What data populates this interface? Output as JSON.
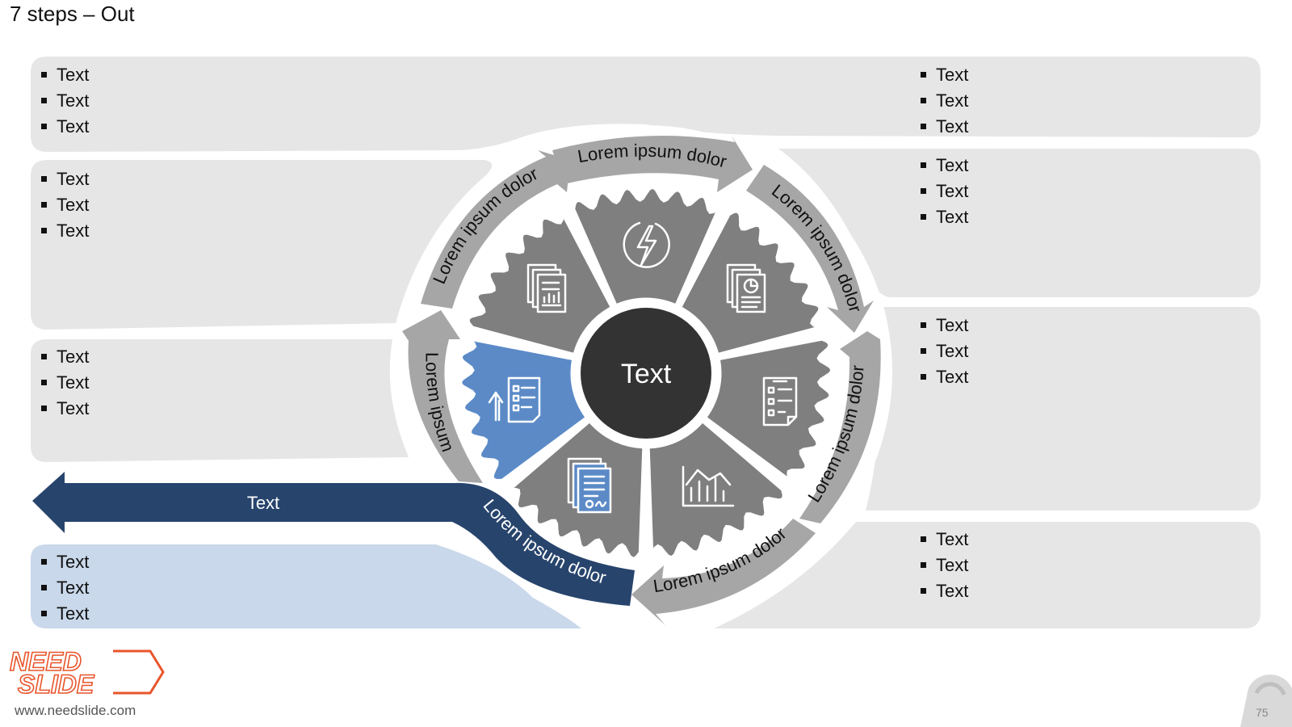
{
  "slide_title": "7 steps – Out",
  "center_label": "Text",
  "arrow_label": "Text",
  "panels": [
    {
      "id": "top-left",
      "bullets": [
        "Text",
        "Text",
        "Text"
      ]
    },
    {
      "id": "top-right",
      "bullets": [
        "Text",
        "Text",
        "Text"
      ]
    },
    {
      "id": "left-2",
      "bullets": [
        "Text",
        "Text",
        "Text"
      ]
    },
    {
      "id": "left-3",
      "bullets": [
        "Text",
        "Text",
        "Text"
      ]
    },
    {
      "id": "left-out",
      "bullets": [
        "Text",
        "Text",
        "Text"
      ]
    },
    {
      "id": "right-2",
      "bullets": [
        "Text",
        "Text",
        "Text"
      ]
    },
    {
      "id": "right-3",
      "bullets": [
        "Text",
        "Text",
        "Text"
      ]
    },
    {
      "id": "right-4",
      "bullets": [
        "Text",
        "Text",
        "Text"
      ]
    }
  ],
  "ring_labels": {
    "top": "Lorem ipsum dolor",
    "upper_right": "Lorem ipsum dolor",
    "right": "Lorem ipsum dolor",
    "bottom_right": "Lorem ipsum dolor",
    "output": "Lorem ipsum dolor",
    "left": "Lorem ipsum",
    "upper_left": "Lorem ipsum dolor"
  },
  "segment_icons": [
    "documents-chart-icon",
    "power-icon",
    "documents-pie-icon",
    "checklist-icon",
    "bar-chart-icon",
    "certificate-icon",
    "upload-checklist-icon"
  ],
  "colors": {
    "panel": "#e6e6e6",
    "panel_active": "#c9d8ea",
    "segment": "#7f7f7f",
    "segment_active": "#5b8ac7",
    "ring": "#a6a6a6",
    "center": "#333333",
    "out_arrow": "#27446c"
  },
  "logo": {
    "line1": "NEED",
    "line2": "SLIDE"
  },
  "website": "www.needslide.com",
  "page_number": "75"
}
